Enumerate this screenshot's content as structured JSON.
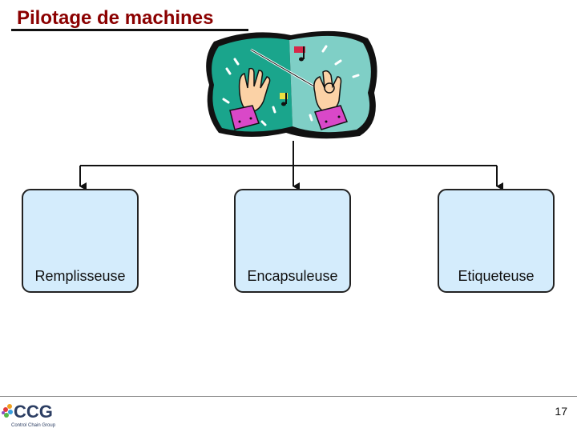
{
  "slide": {
    "title": "Pilotage de machines",
    "page_number": "17"
  },
  "machines": [
    {
      "label": "Remplisseuse"
    },
    {
      "label": "Encapsuleuse"
    },
    {
      "label": "Etiqueteuse"
    }
  ],
  "logo": {
    "text": "CCG",
    "subtitle": "Control Chain Group"
  },
  "colors": {
    "title": "#8b0000",
    "box_fill": "#d4ecfc",
    "clipart_teal": "#1aa58c",
    "clipart_light": "#7fcfc6",
    "logo_navy": "#2c3e63"
  },
  "icons": [
    "conductor-hands-clipart",
    "ccg-logo-icon"
  ]
}
